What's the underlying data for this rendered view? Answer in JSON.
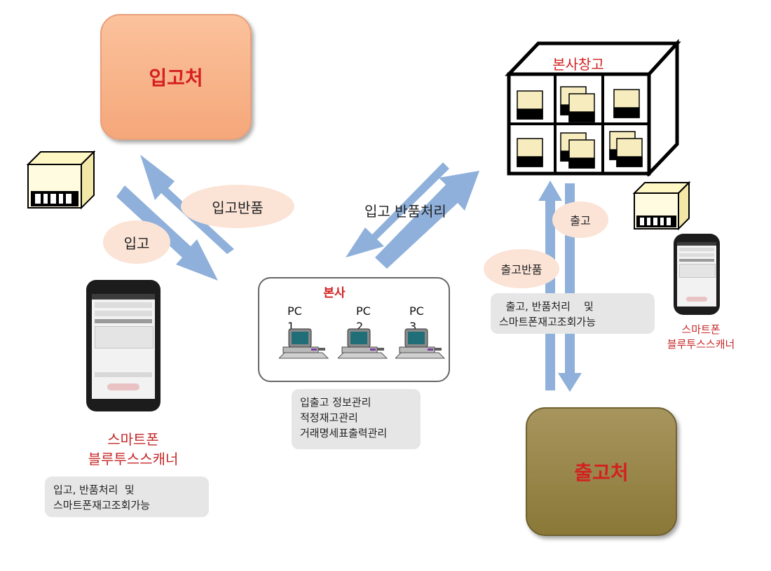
{
  "nodes": {
    "supplier": "입고처",
    "customer": "출고처",
    "warehouse": "본사창고",
    "headquarters": "본사"
  },
  "pcs": [
    {
      "label": "PC",
      "num": "1"
    },
    {
      "label": "PC",
      "num": "2"
    },
    {
      "label": "PC",
      "num": "3"
    }
  ],
  "flows": {
    "inbound": "입고",
    "inbound_return": "입고반품",
    "inbound_process": "입고  반품처리",
    "outbound": "출고",
    "outbound_return": "출고반품"
  },
  "notes": {
    "hq": "입출고 정보관리\n적정재고관리\n거래명세표출력관리",
    "left": "입고, 반품처리  및\n스마트폰재고조회가능",
    "right": "  출고, 반품처리    및\n스마트폰재고조회가능"
  },
  "devices": {
    "left_label": "스마트폰\n블루투스스캐너",
    "right_label": "스마트폰\n블루투스스캐너"
  },
  "colors": {
    "arrow": "#8fb0da",
    "title_red": "#d42020",
    "supplier_fill": "#f5a77a",
    "customer_fill": "#8a7838",
    "ellipse_fill": "#fbe3d6",
    "note_fill": "#e6e6e6"
  },
  "icons": [
    "box-icon",
    "warehouse-icon",
    "smartphone-icon",
    "pc-icon"
  ]
}
